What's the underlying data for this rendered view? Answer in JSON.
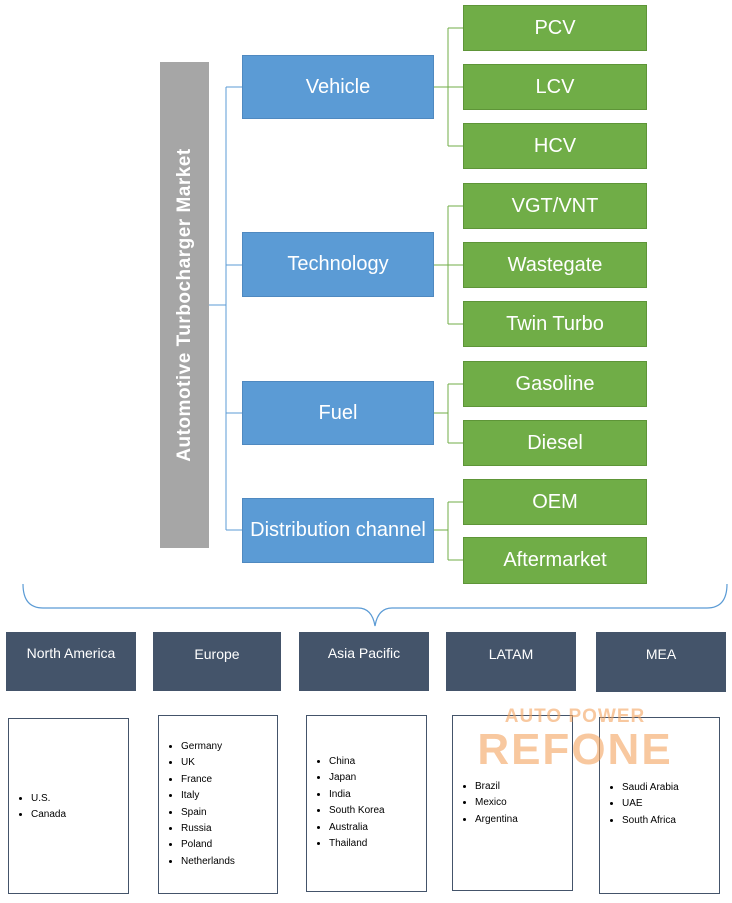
{
  "root": {
    "label": "Automotive Turbocharger Market"
  },
  "segments": [
    {
      "label": "Vehicle",
      "subs": [
        "PCV",
        "LCV",
        "HCV"
      ]
    },
    {
      "label": "Technology",
      "subs": [
        "VGT/VNT",
        "Wastegate",
        "Twin Turbo"
      ]
    },
    {
      "label": "Fuel",
      "subs": [
        "Gasoline",
        "Diesel"
      ]
    },
    {
      "label": "Distribution channel",
      "subs": [
        "OEM",
        "Aftermarket"
      ]
    }
  ],
  "regions": [
    {
      "name": "North America",
      "countries": [
        "U.S.",
        "Canada"
      ]
    },
    {
      "name": "Europe",
      "countries": [
        "Germany",
        "UK",
        "France",
        "Italy",
        "Spain",
        "Russia",
        "Poland",
        "Netherlands"
      ]
    },
    {
      "name": "Asia Pacific",
      "countries": [
        "China",
        "Japan",
        "India",
        "South Korea",
        "Australia",
        "Thailand"
      ]
    },
    {
      "name": "LATAM",
      "countries": [
        "Brazil",
        "Mexico",
        "Argentina"
      ]
    },
    {
      "name": "MEA",
      "countries": [
        "Saudi Arabia",
        "UAE",
        "South Africa"
      ]
    }
  ],
  "watermark": {
    "line1": "AUTO POWER",
    "line2": "REFONE"
  },
  "colors": {
    "root": "#a6a6a6",
    "segment": "#5b9bd5",
    "subsegment": "#70ad47",
    "region": "#44546a",
    "watermark": "#f4a460"
  }
}
